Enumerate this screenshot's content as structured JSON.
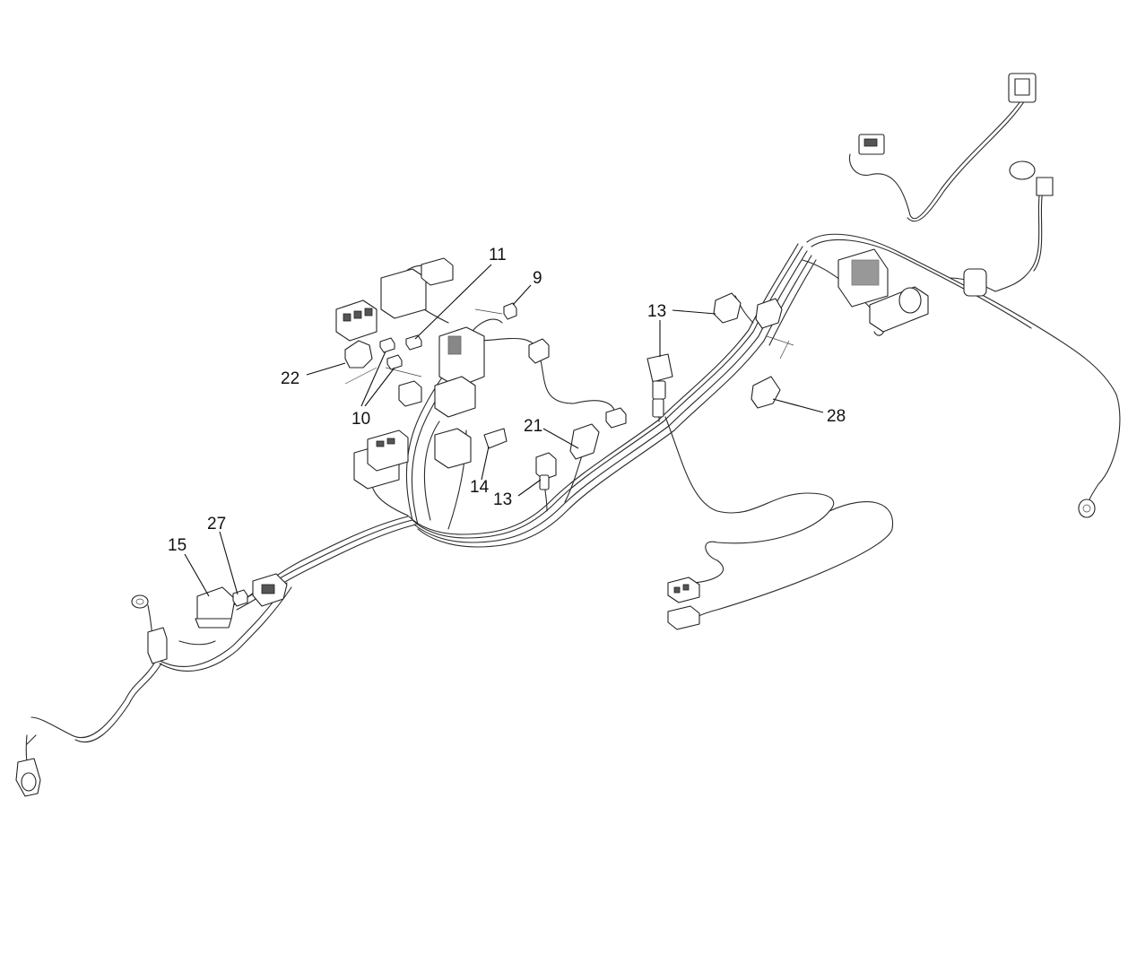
{
  "diagram": {
    "callouts": [
      {
        "id": "c11",
        "label": "11"
      },
      {
        "id": "c9",
        "label": "9"
      },
      {
        "id": "c13a",
        "label": "13"
      },
      {
        "id": "c22",
        "label": "22"
      },
      {
        "id": "c10",
        "label": "10"
      },
      {
        "id": "c28",
        "label": "28"
      },
      {
        "id": "c21",
        "label": "21"
      },
      {
        "id": "c14",
        "label": "14"
      },
      {
        "id": "c13b",
        "label": "13"
      },
      {
        "id": "c27",
        "label": "27"
      },
      {
        "id": "c15",
        "label": "15"
      }
    ]
  }
}
